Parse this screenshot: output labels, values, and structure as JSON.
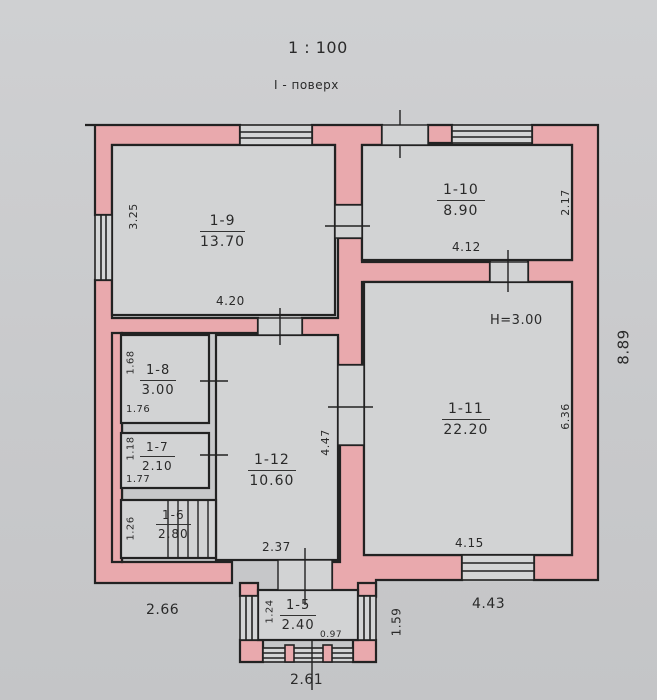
{
  "header": {
    "scale": "1 : 100",
    "floor": "І - поверх"
  },
  "colors": {
    "wall_fill": "#e9a9ad",
    "line": "#222222",
    "paper": "#cbcccd",
    "floor": "#d2d3d4"
  },
  "rooms": [
    {
      "id": "1-9",
      "area": "13.70"
    },
    {
      "id": "1-10",
      "area": "8.90"
    },
    {
      "id": "1-11",
      "area": "22.20"
    },
    {
      "id": "1-8",
      "area": "3.00"
    },
    {
      "id": "1-7",
      "area": "2.10"
    },
    {
      "id": "1-6",
      "area": "2.80"
    },
    {
      "id": "1-12",
      "area": "10.60"
    },
    {
      "id": "1-5",
      "area": "2.40"
    }
  ],
  "dimensions": {
    "r9_height": "3.25",
    "r9_width": "4.20",
    "r10_height": "2.17",
    "r10_width": "4.12",
    "ceiling_height": "H=3.00",
    "overall_height": "8.89",
    "r11_height": "6.36",
    "r11_width": "4.15",
    "r8_height": "1.68",
    "r8_width": "1.76",
    "r7_height": "1.18",
    "r7_width": "1.77",
    "r6_height": "1.26",
    "r12_height": "4.47",
    "r12_width": "2.37",
    "left_bottom": "2.66",
    "right_bottom": "4.43",
    "porch_height": "1.24",
    "porch_width_small": "0.97",
    "porch_outer": "1.59",
    "porch_width": "2.61"
  }
}
